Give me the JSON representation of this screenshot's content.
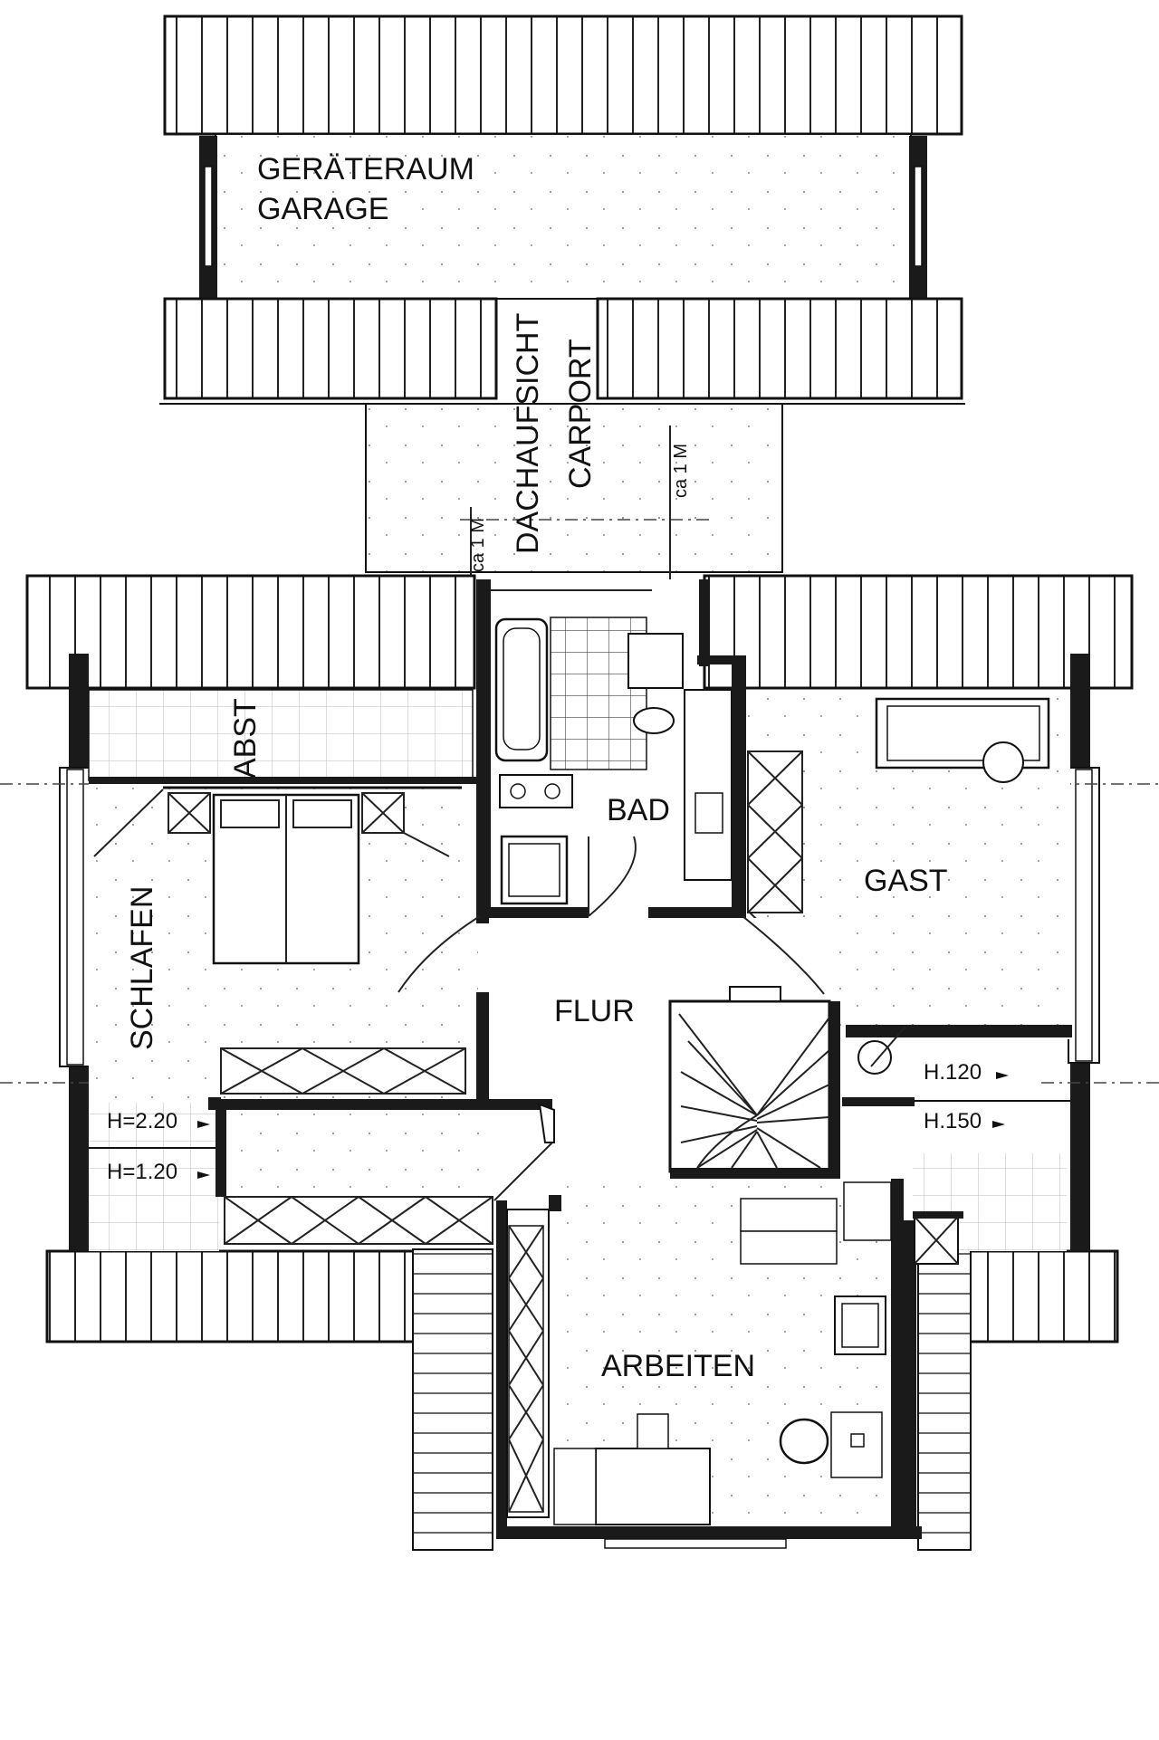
{
  "rooms": {
    "geraeteraum": "GERÄTERAUM",
    "garage": "GARAGE",
    "dachaufsicht": "DACHAUFSICHT",
    "carport": "CARPORT",
    "abst": "ABST",
    "bad": "BAD",
    "gast": "GAST",
    "schlafen": "SCHLAFEN",
    "flur": "FLUR",
    "arbeiten": "ARBEITEN"
  },
  "dimensions": {
    "ca_1m_left": "ca 1 M",
    "ca_1m_right": "ca 1 M",
    "h_220": "H=2.20",
    "h_120_left": "H=1.20",
    "h_120_right": "H.120",
    "h_150": "H.150"
  }
}
